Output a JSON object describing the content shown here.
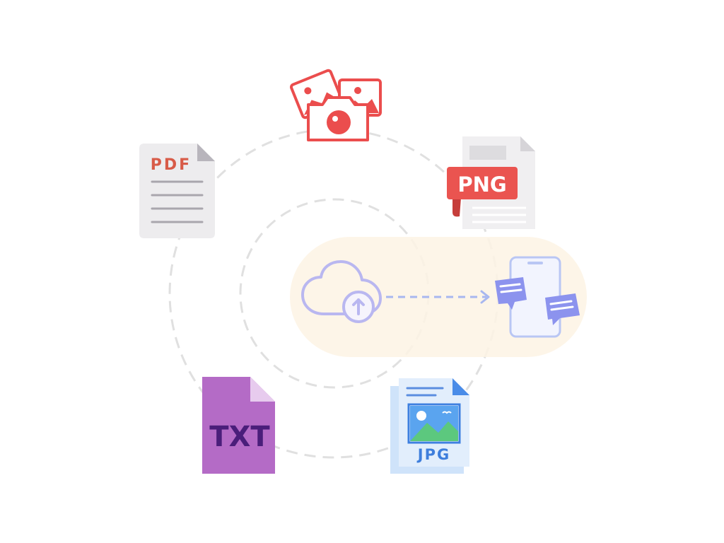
{
  "illustration": {
    "file_types": {
      "pdf": "PDF",
      "png": "PNG",
      "txt": "TXT",
      "jpg": "JPG"
    },
    "icons": {
      "photos": "camera-photos-icon",
      "upload": "cloud-upload-icon",
      "device": "phone-chat-icon"
    },
    "colors": {
      "pdf_red": "#D85B48",
      "png_red": "#EA5450",
      "photo_red": "#EB4D4D",
      "txt_purple": "#B46BC6",
      "txt_text": "#4A1E7A",
      "jpg_blue": "#5B8DE0",
      "cloud_stroke": "#B9B7F0",
      "pill_fill": "#FDF3E4",
      "chat_bubble": "#8C93EE",
      "circle_stroke": "#E0E0E0"
    }
  }
}
